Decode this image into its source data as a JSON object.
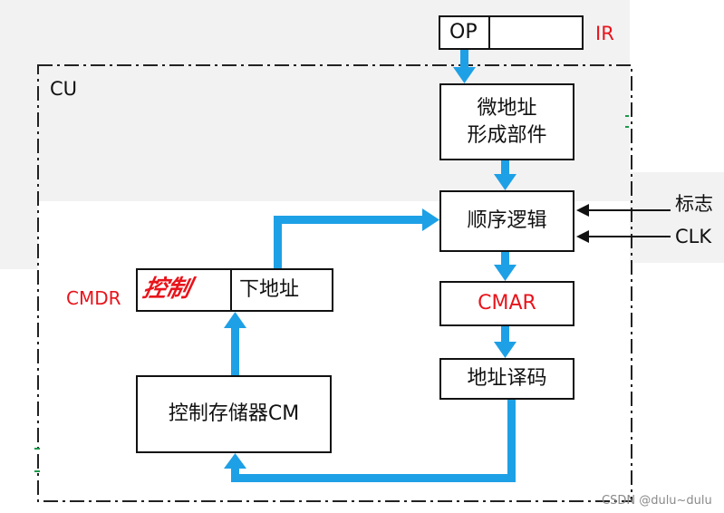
{
  "diagram": {
    "cu_label": "CU",
    "ir": {
      "label": "IR",
      "op_field": "OP",
      "addr_field": ""
    },
    "micro_addr_unit": {
      "line1": "微地址",
      "line2": "形成部件"
    },
    "sequence_logic": "顺序逻辑",
    "inputs": {
      "flag": "标志",
      "clk": "CLK"
    },
    "cmar": "CMAR",
    "addr_decoder": "地址译码",
    "control_store": "控制存储器CM",
    "cmdr": {
      "label": "CMDR",
      "control_field": "控制",
      "next_addr_field": "下地址"
    },
    "watermark": "CSDN @dulu~dulu"
  },
  "colors": {
    "arrow_blue": "#1ea0e6",
    "label_red": "#e8141b",
    "gray_band": "#f2f2f3",
    "border": "#111111"
  }
}
